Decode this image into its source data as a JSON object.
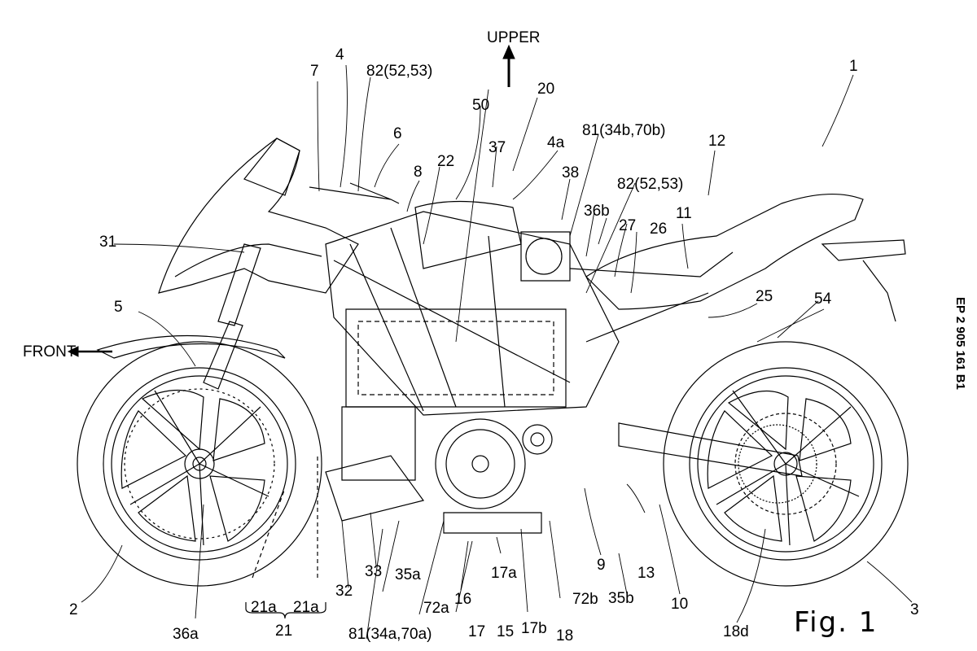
{
  "document": {
    "publication_number": "EP 2 905 161 B1",
    "figure_label": "Fig. 1",
    "direction_upper": "UPPER",
    "direction_front": "FRONT"
  },
  "reference_labels": [
    {
      "id": "l1",
      "text": "1"
    },
    {
      "id": "l2",
      "text": "2"
    },
    {
      "id": "l3",
      "text": "3"
    },
    {
      "id": "l4",
      "text": "4"
    },
    {
      "id": "l4a",
      "text": "4a"
    },
    {
      "id": "l5",
      "text": "5"
    },
    {
      "id": "l6",
      "text": "6"
    },
    {
      "id": "l7",
      "text": "7"
    },
    {
      "id": "l8",
      "text": "8"
    },
    {
      "id": "l9",
      "text": "9"
    },
    {
      "id": "l10",
      "text": "10"
    },
    {
      "id": "l11",
      "text": "11"
    },
    {
      "id": "l12",
      "text": "12"
    },
    {
      "id": "l13",
      "text": "13"
    },
    {
      "id": "l15",
      "text": "15"
    },
    {
      "id": "l16",
      "text": "16"
    },
    {
      "id": "l17",
      "text": "17"
    },
    {
      "id": "l17a",
      "text": "17a"
    },
    {
      "id": "l17b",
      "text": "17b"
    },
    {
      "id": "l18",
      "text": "18"
    },
    {
      "id": "l18d",
      "text": "18d"
    },
    {
      "id": "l20",
      "text": "20"
    },
    {
      "id": "l21",
      "text": "21"
    },
    {
      "id": "l21a1",
      "text": "21a"
    },
    {
      "id": "l21a2",
      "text": "21a"
    },
    {
      "id": "l22",
      "text": "22"
    },
    {
      "id": "l25",
      "text": "25"
    },
    {
      "id": "l26",
      "text": "26"
    },
    {
      "id": "l27",
      "text": "27"
    },
    {
      "id": "l31",
      "text": "31"
    },
    {
      "id": "l32",
      "text": "32"
    },
    {
      "id": "l33",
      "text": "33"
    },
    {
      "id": "l35a",
      "text": "35a"
    },
    {
      "id": "l35b",
      "text": "35b"
    },
    {
      "id": "l36a",
      "text": "36a"
    },
    {
      "id": "l36b",
      "text": "36b"
    },
    {
      "id": "l37",
      "text": "37"
    },
    {
      "id": "l38",
      "text": "38"
    },
    {
      "id": "l50",
      "text": "50"
    },
    {
      "id": "l54",
      "text": "54"
    },
    {
      "id": "l72a",
      "text": "72a"
    },
    {
      "id": "l72b",
      "text": "72b"
    },
    {
      "id": "l81a",
      "text": "81(34a,70a)"
    },
    {
      "id": "l81b",
      "text": "81(34b,70b)"
    },
    {
      "id": "l82a",
      "text": "82(52,53)"
    },
    {
      "id": "l82b",
      "text": "82(52,53)"
    }
  ]
}
